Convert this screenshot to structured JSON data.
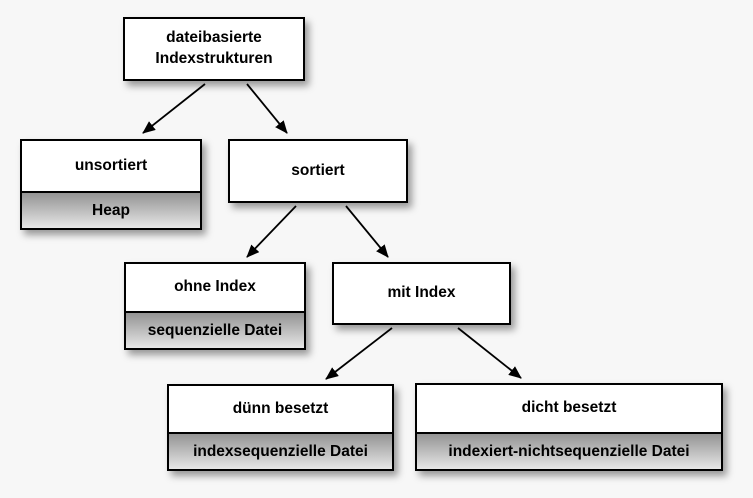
{
  "diagram": {
    "type": "tree",
    "language": "de",
    "colors": {
      "background": "#f7f7f7",
      "box_fill": "#ffffff",
      "box_border": "#000000",
      "sub_gradient_top": "#949494",
      "sub_gradient_bottom": "#e7e7e7",
      "arrow": "#000000",
      "text": "#000000"
    },
    "nodes": {
      "root": {
        "label": "dateibasierte Indexstrukturen"
      },
      "unsorted": {
        "label": "unsortiert",
        "sublabel": "Heap"
      },
      "sorted": {
        "label": "sortiert"
      },
      "no_index": {
        "label": "ohne Index",
        "sublabel": "sequenzielle Datei"
      },
      "with_index": {
        "label": "mit Index"
      },
      "sparse": {
        "label": "dünn besetzt",
        "sublabel": "indexsequenzielle Datei"
      },
      "dense": {
        "label": "dicht besetzt",
        "sublabel": "indexiert-nichtsequenzielle Datei"
      }
    },
    "edges": [
      {
        "from": "root",
        "to": "unsorted"
      },
      {
        "from": "root",
        "to": "sorted"
      },
      {
        "from": "sorted",
        "to": "no_index"
      },
      {
        "from": "sorted",
        "to": "with_index"
      },
      {
        "from": "with_index",
        "to": "sparse"
      },
      {
        "from": "with_index",
        "to": "dense"
      }
    ]
  }
}
